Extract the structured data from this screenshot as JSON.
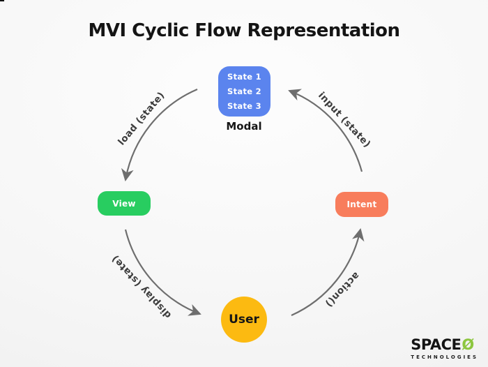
{
  "title": "MVI Cyclic Flow Representation",
  "nodes": {
    "modal": {
      "states": [
        "State 1",
        "State 2",
        "State 3"
      ],
      "label": "Modal",
      "color": "#5b84ee"
    },
    "view": {
      "label": "View",
      "color": "#28cd60"
    },
    "intent": {
      "label": "Intent",
      "color": "#f87d5c"
    },
    "user": {
      "label": "User",
      "color": "#fcba11"
    }
  },
  "edges": {
    "modal_to_view": "load (state)",
    "view_to_user": "display (state)",
    "user_to_intent": "action()",
    "intent_to_modal": "input (state)"
  },
  "arrow": {
    "color": "#6e6e6e"
  },
  "logo": {
    "brand": "SPACE",
    "symbol": "Ø",
    "sub": "TECHNOLOGIES",
    "accent_color": "#8dc63f"
  }
}
